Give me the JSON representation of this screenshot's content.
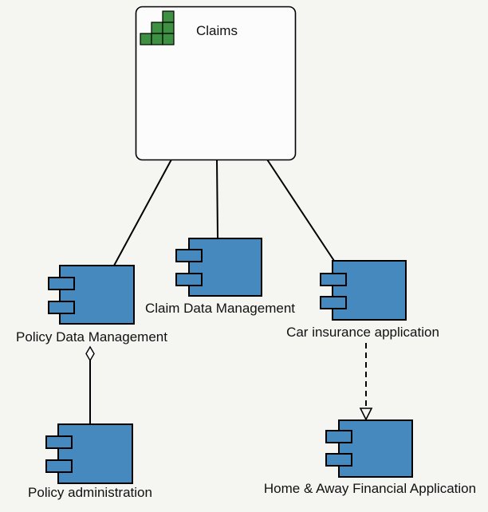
{
  "background_color": "#f5f5f2",
  "diagram": {
    "type": "uml-component-diagram",
    "package": {
      "label": "Claims",
      "icon": "green-steps-icon",
      "fill": "#fcfcfc"
    },
    "components": [
      {
        "label": "Policy Data Management"
      },
      {
        "label": "Claim Data Management"
      },
      {
        "label": "Car insurance application"
      },
      {
        "label": "Policy administration"
      },
      {
        "label": "Home & Away Financial Application"
      }
    ],
    "edges": [
      {
        "from": "Claims",
        "to": "Policy Data Management",
        "style": "solid-line"
      },
      {
        "from": "Claims",
        "to": "Claim Data Management",
        "style": "solid-line"
      },
      {
        "from": "Claims",
        "to": "Car insurance application",
        "style": "solid-line"
      },
      {
        "from": "Policy administration",
        "to": "Policy Data Management",
        "style": "solid-line-hollow-diamond"
      },
      {
        "from": "Car insurance application",
        "to": "Home & Away Financial Application",
        "style": "dashed-line-open-triangle"
      }
    ],
    "colors": {
      "component_fill": "#4589be",
      "package_fill": "#fcfcfc",
      "icon_green": "#3e9142",
      "edge": "#000000",
      "background": "#f5f5f2"
    }
  }
}
